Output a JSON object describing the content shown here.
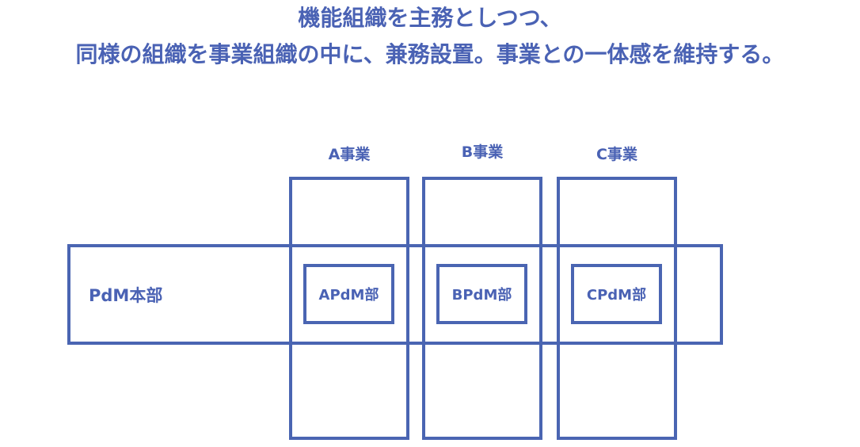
{
  "title": {
    "line1": "機能組織を主務としつつ、",
    "line2": "同様の組織を事業組織の中に、兼務設置。事業との一体感を維持する。"
  },
  "diagram": {
    "divisions": [
      {
        "label": "A事業",
        "sub_unit": "APdM部"
      },
      {
        "label": "B事業",
        "sub_unit": "BPdM部"
      },
      {
        "label": "C事業",
        "sub_unit": "CPdM部"
      }
    ],
    "functional_org": "PdM本部"
  },
  "colors": {
    "accent": "#4a65b2",
    "background": "#ffffff"
  }
}
